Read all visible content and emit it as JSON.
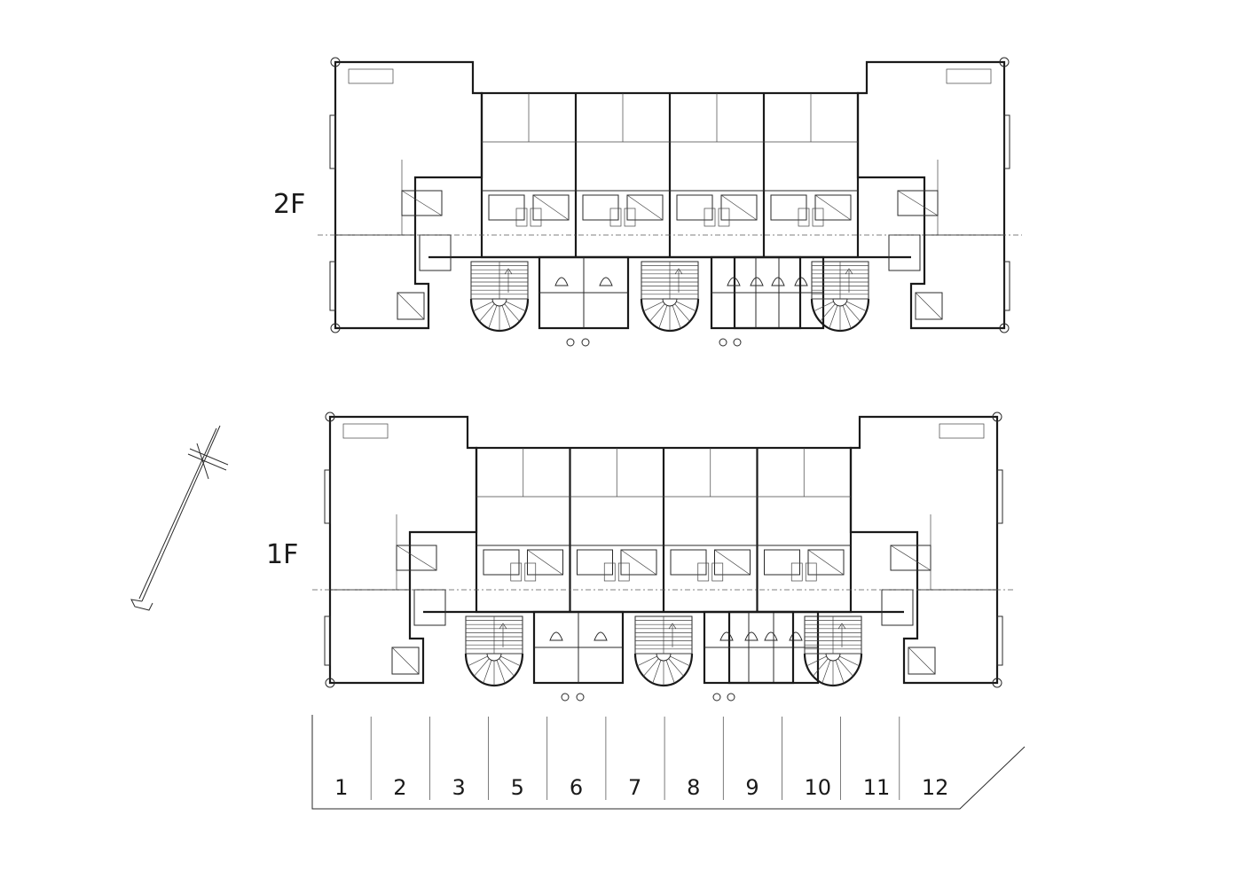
{
  "floors": [
    {
      "label": "2F"
    },
    {
      "label": "1F"
    }
  ],
  "parking": {
    "bays": [
      "1",
      "2",
      "3",
      "5",
      "6",
      "7",
      "8",
      "9",
      "10",
      "11",
      "12"
    ]
  },
  "icons": [
    "north-arrow-icon",
    "spiral-stair-icon"
  ]
}
